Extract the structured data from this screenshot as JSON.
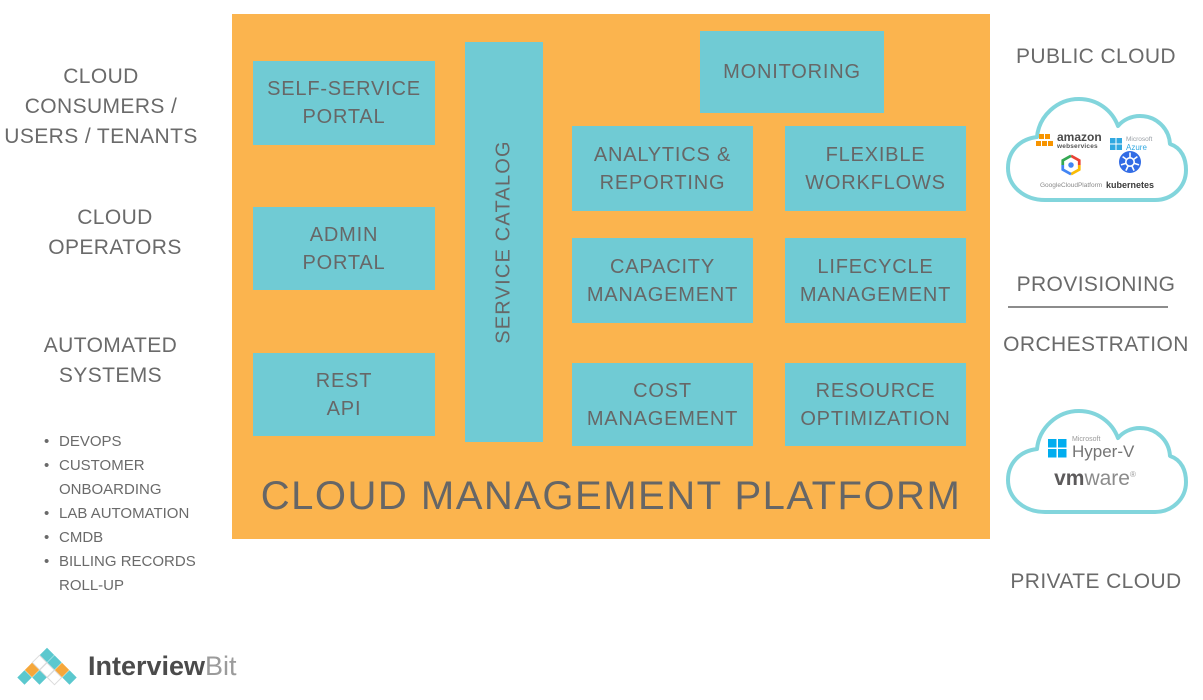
{
  "palette": {
    "orange": "#FBB44E",
    "teal": "#70CBD4",
    "text_gray": "#6A6A6A",
    "cloud_outline": "#82D5DC"
  },
  "left_column": {
    "consumers_label": "CLOUD\nCONSUMERS /\nUSERS / TENANTS",
    "operators_label": "CLOUD\nOPERATORS",
    "automated_label": "AUTOMATED\nSYSTEMS",
    "automated_items": [
      "DEVOPS",
      "CUSTOMER ONBOARDING",
      "LAB AUTOMATION",
      "CMDB",
      "BILLING RECORDS ROLL-UP"
    ]
  },
  "platform": {
    "title": "CLOUD MANAGEMENT PLATFORM",
    "service_catalog_label": "SERVICE CATALOG",
    "boxes": {
      "self_service_portal": "SELF-SERVICE\nPORTAL",
      "admin_portal": "ADMIN\nPORTAL",
      "rest_api": "REST\nAPI",
      "monitoring": "MONITORING",
      "analytics_reporting": "ANALYTICS &\nREPORTING",
      "flexible_workflows": "FLEXIBLE\nWORKFLOWS",
      "capacity_management": "CAPACITY\nMANAGEMENT",
      "lifecycle_management": "LIFECYCLE\nMANAGEMENT",
      "cost_management": "COST\nMANAGEMENT",
      "resource_optimization": "RESOURCE\nOPTIMIZATION"
    }
  },
  "right_column": {
    "public_cloud_label": "PUBLIC CLOUD",
    "provisioning_label": "PROVISIONING",
    "orchestration_label": "ORCHESTRATION",
    "private_cloud_label": "PRIVATE CLOUD",
    "public_cloud_logos": {
      "aws_name": "amazon",
      "aws_sub": "webservices",
      "microsoft": "Microsoft",
      "azure": "Azure",
      "gcp": "GoogleCloudPlatform",
      "kubernetes": "kubernetes"
    },
    "private_cloud_logos": {
      "microsoft": "Microsoft",
      "hyperv": "Hyper-V",
      "vmware_vm": "vm",
      "vmware_ware": "ware",
      "vmware_reg": "®"
    }
  },
  "footer": {
    "brand_primary": "Interview",
    "brand_secondary": "Bit"
  }
}
